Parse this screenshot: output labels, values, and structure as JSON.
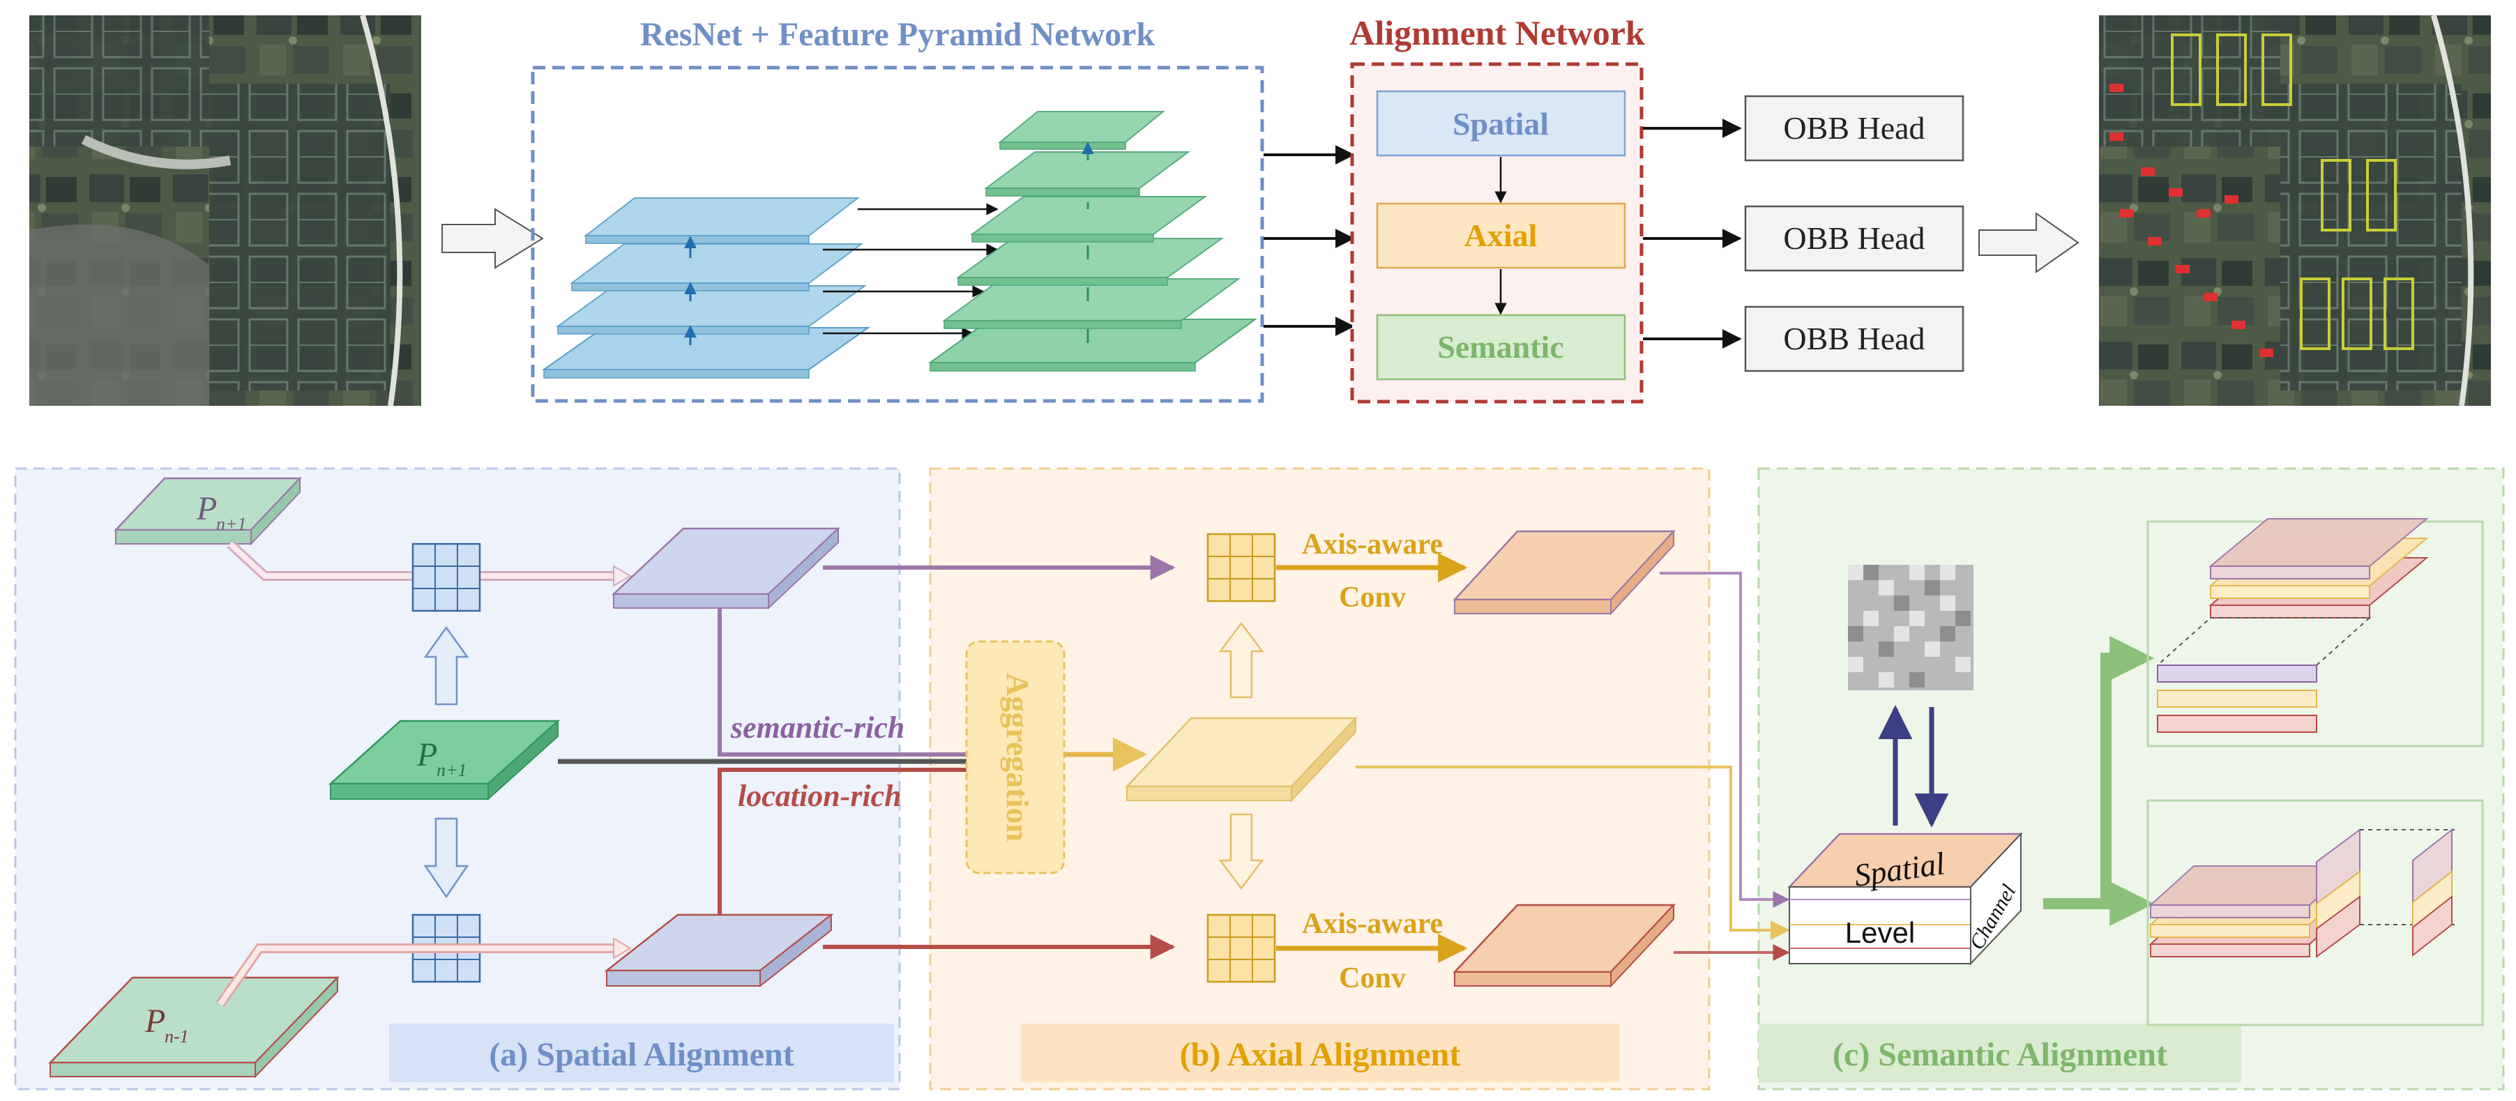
{
  "colors": {
    "resnet_blue": "#6f8fc6",
    "align_red": "#b03a33",
    "spatial_fill": "#d9e7f7",
    "axial_fill": "#fde6c3",
    "semantic_fill": "#d8ecd1",
    "axial_text": "#e3a100",
    "semantic_text": "#7fb56d",
    "purple_line": "#9c76a8",
    "red_line": "#b54c47",
    "navy_arrow": "#3d3f86"
  },
  "top": {
    "resnet_title": "ResNet + Feature Pyramid Network",
    "alignment_title": "Alignment Network",
    "spatial_label": "Spatial",
    "axial_label": "Axial",
    "semantic_label": "Semantic",
    "obb_heads": [
      "OBB Head",
      "OBB Head",
      "OBB Head"
    ]
  },
  "panel_a": {
    "caption": "(a) Spatial Alignment",
    "p_top": "P",
    "p_top_sub": "n+1",
    "p_mid": "P",
    "p_mid_sub": "n+1",
    "p_bot": "P",
    "p_bot_sub": "n-1",
    "semantic_rich": "semantic-rich",
    "location_rich": "location-rich"
  },
  "panel_b": {
    "caption": "(b) Axial Alignment",
    "aggregation": "Aggregation",
    "axis_aware_1": "Axis-aware",
    "conv_1": "Conv",
    "axis_aware_2": "Axis-aware",
    "conv_2": "Conv"
  },
  "panel_c": {
    "caption": "(c) Semantic Alignment",
    "cube_spatial": "Spatial",
    "cube_level": "Level",
    "cube_channel": "Channel"
  }
}
